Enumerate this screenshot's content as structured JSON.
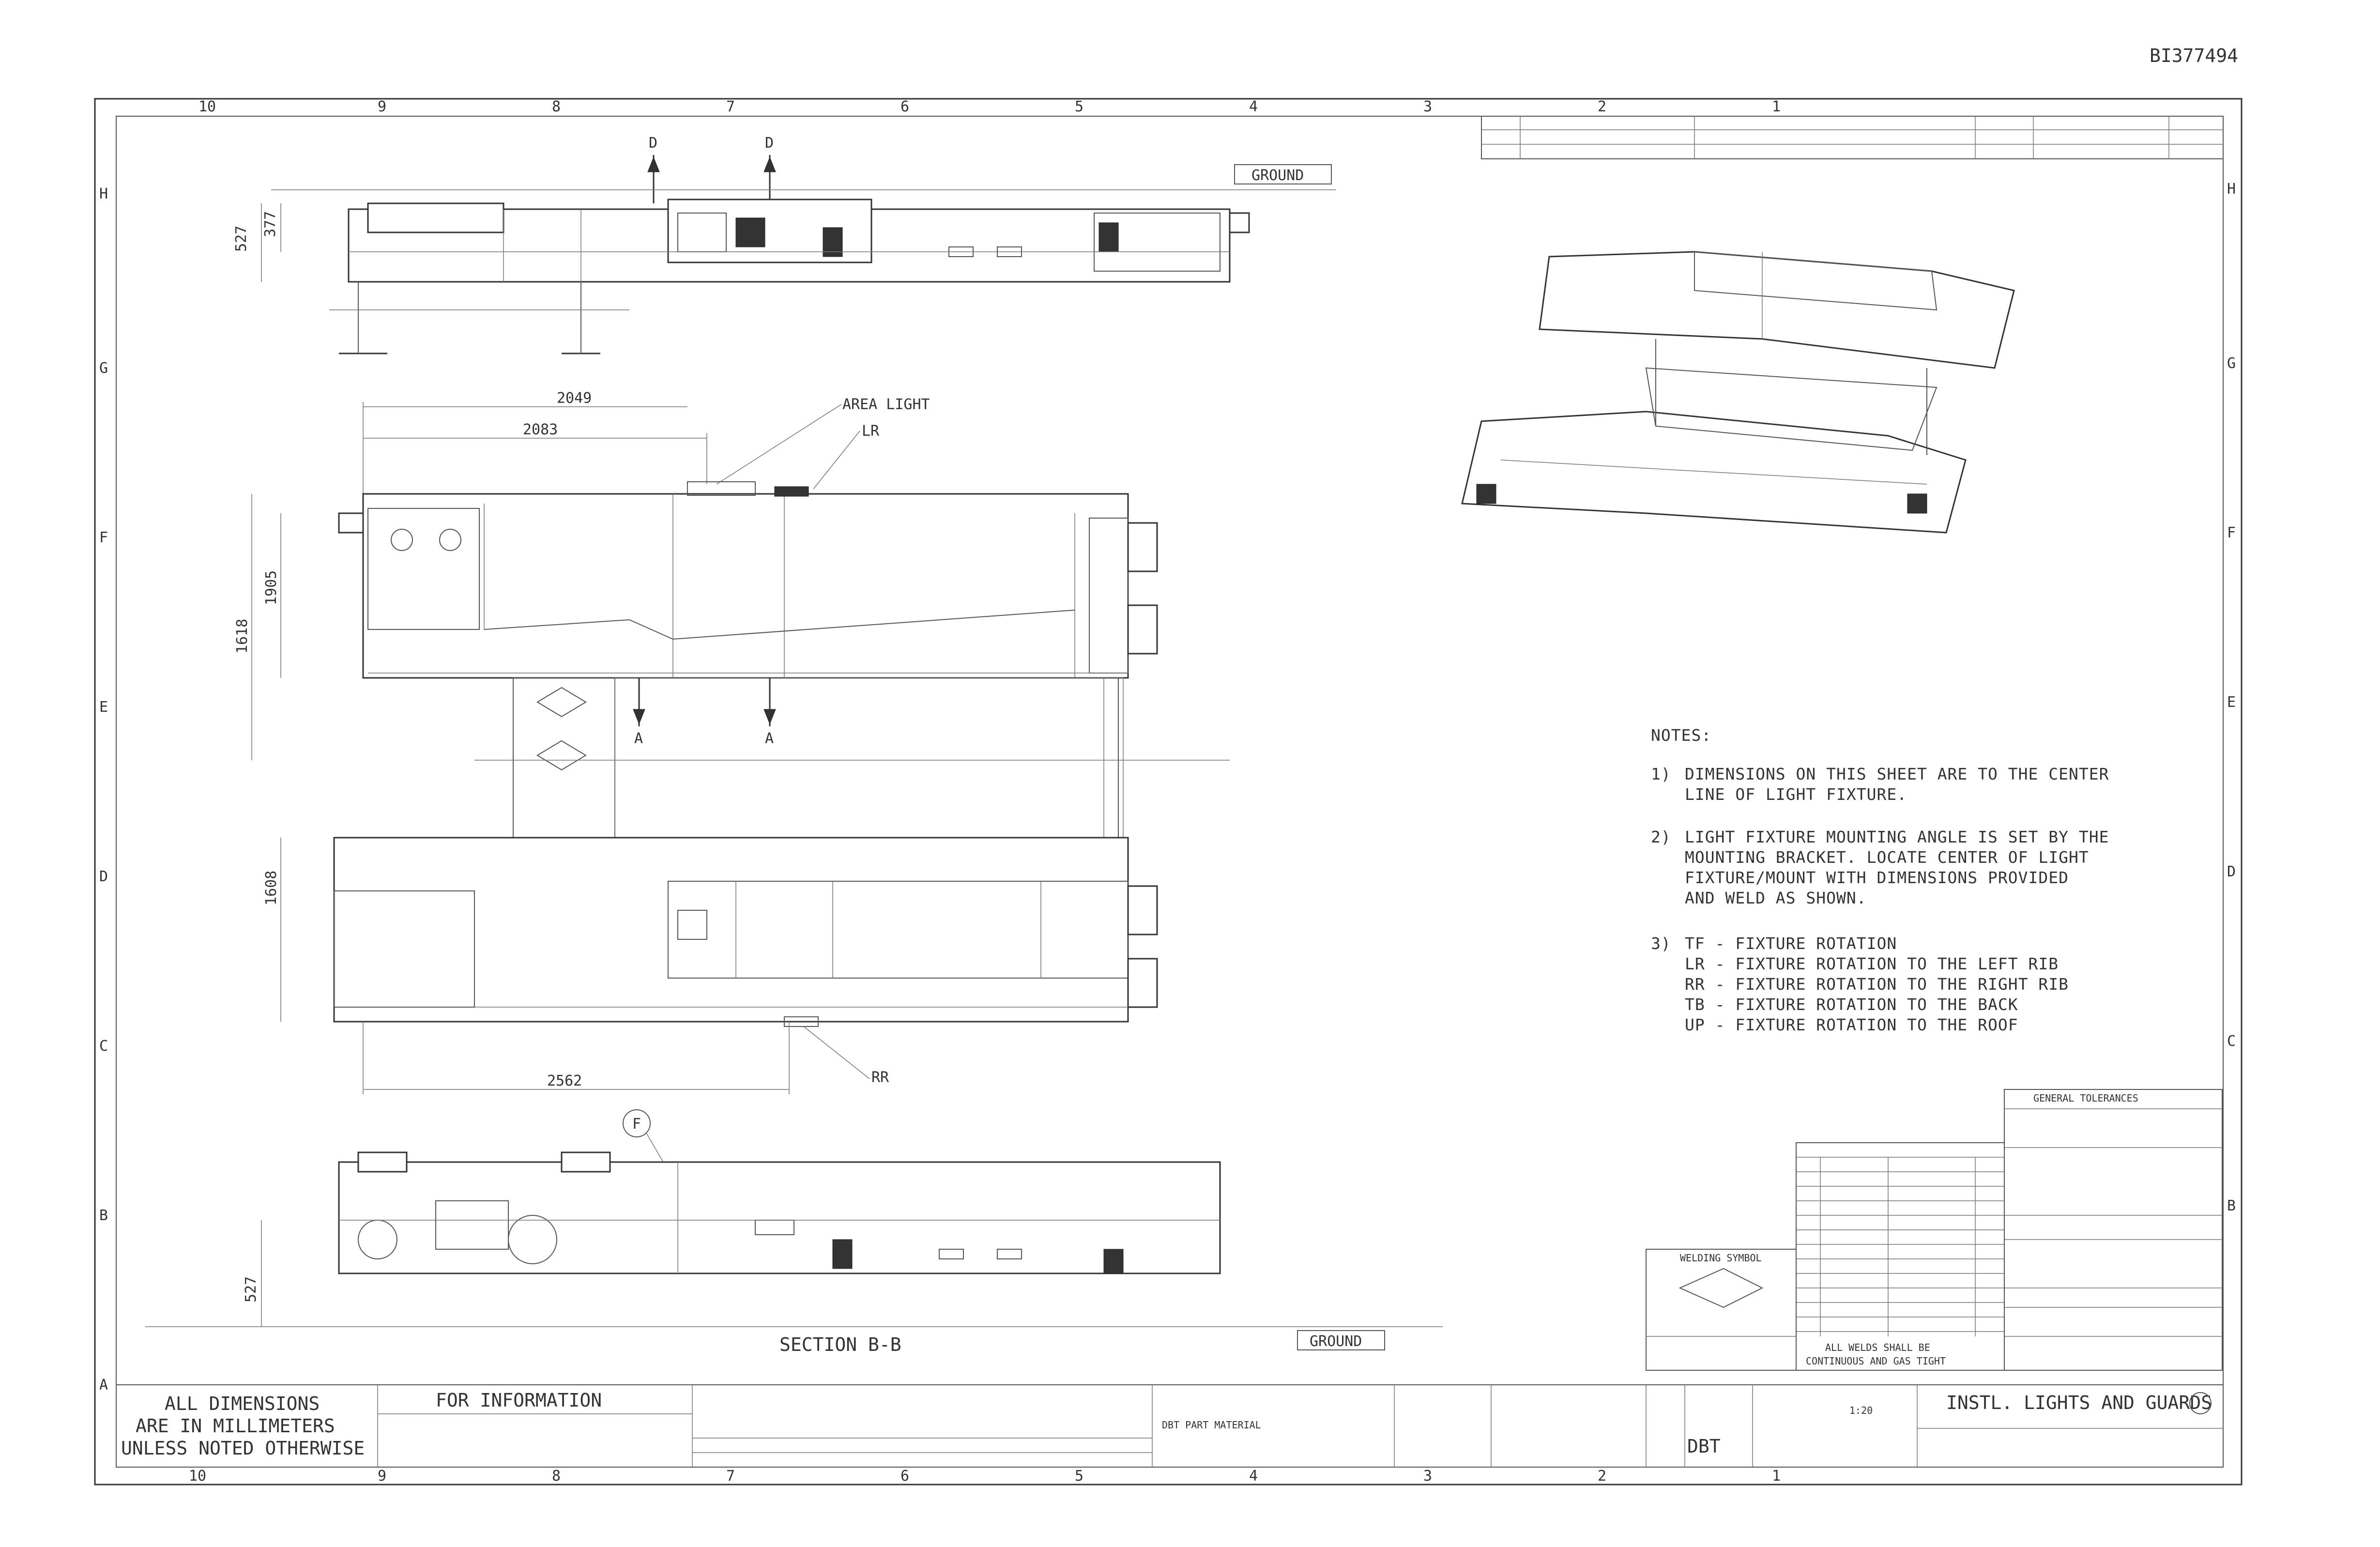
{
  "drawing_id": "BI377494",
  "zones": {
    "columns": [
      "10",
      "9",
      "8",
      "7",
      "6",
      "5",
      "4",
      "3",
      "2",
      "1"
    ],
    "rows": [
      "H",
      "G",
      "F",
      "E",
      "D",
      "C",
      "B",
      "A"
    ]
  },
  "views": {
    "top": {
      "ground_label": "GROUND",
      "section_markers": [
        "D",
        "D"
      ],
      "dims": [
        "527",
        "377"
      ]
    },
    "plan": {
      "top_dims": [
        "2049",
        "2083"
      ],
      "bottom_dim": "2562",
      "side_dims": [
        "1618",
        "1905",
        "1608"
      ],
      "callout_area_light": "AREA LIGHT",
      "callout_lr": "LR",
      "callout_rr": "RR",
      "section_markers": [
        "A",
        "A"
      ]
    },
    "section": {
      "label": "SECTION  B-B",
      "ground_label": "GROUND",
      "dim": "527",
      "circle_ref": "F"
    }
  },
  "notes": {
    "heading": "NOTES:",
    "items": [
      {
        "num": "1)",
        "lines": [
          "DIMENSIONS ON THIS SHEET ARE TO THE CENTER",
          "LINE OF LIGHT FIXTURE."
        ]
      },
      {
        "num": "2)",
        "lines": [
          "LIGHT FIXTURE MOUNTING ANGLE IS SET BY THE",
          "MOUNTING BRACKET. LOCATE CENTER OF LIGHT",
          "FIXTURE/MOUNT WITH DIMENSIONS PROVIDED",
          "AND WELD AS SHOWN."
        ]
      },
      {
        "num": "3)",
        "lines": [
          "TF - FIXTURE ROTATION",
          "LR - FIXTURE ROTATION TO THE LEFT RIB",
          "RR - FIXTURE ROTATION TO THE RIGHT RIB",
          "TB - FIXTURE ROTATION TO THE BACK",
          "UP - FIXTURE ROTATION TO THE ROOF"
        ]
      }
    ]
  },
  "title_block": {
    "all_dims_lines": [
      "ALL DIMENSIONS",
      "ARE IN MILLIMETERS",
      "UNLESS NOTED OTHERWISE"
    ],
    "for_information": "FOR INFORMATION",
    "material": "DBT PART MATERIAL",
    "company": "DBT",
    "title": "INSTL. LIGHTS AND GUARDS",
    "weld_note_lines": [
      "ALL WELDS SHALL BE",
      "CONTINUOUS AND GAS TIGHT"
    ],
    "tolerance_heading": "GENERAL TOLERANCES",
    "weld_heading": "WELDING SYMBOL",
    "sheet_scale": "1:20"
  },
  "colors": {
    "line": "#333333",
    "paper": "#ffffff"
  }
}
